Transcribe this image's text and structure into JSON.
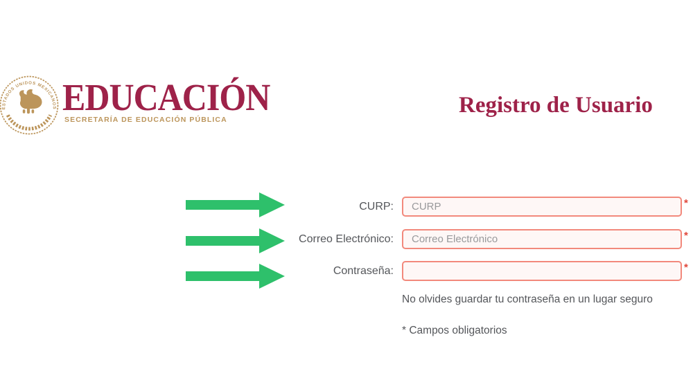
{
  "logo": {
    "emblem_text": "ESTADOS UNIDOS MEXICANOS",
    "wordmark": "EDUCACIÓN",
    "subtitle": "SECRETARÍA DE EDUCACIÓN PÚBLICA",
    "wordmark_color": "#9E2249",
    "gold_color": "#BC955B"
  },
  "header": {
    "title": "Registro de Usuario",
    "title_color": "#9E2249"
  },
  "form": {
    "fields": [
      {
        "label": "CURP:",
        "placeholder": "CURP",
        "value": "",
        "required_marker": "*"
      },
      {
        "label": "Correo Electrónico:",
        "placeholder": "Correo Electrónico",
        "value": "",
        "required_marker": "*"
      },
      {
        "label": "Contraseña:",
        "placeholder": "",
        "value": "",
        "required_marker": "*"
      }
    ],
    "password_hint": "No olvides guardar tu contraseña en un lugar seguro",
    "required_note": "* Campos obligatorios",
    "colors": {
      "input_border": "#F2897C",
      "input_background": "#FEF7F6",
      "required_asterisk": "#E0473B",
      "label_text": "#54565A"
    }
  },
  "annotations": {
    "arrow_color": "#2EC06B",
    "arrow_count": 3
  }
}
